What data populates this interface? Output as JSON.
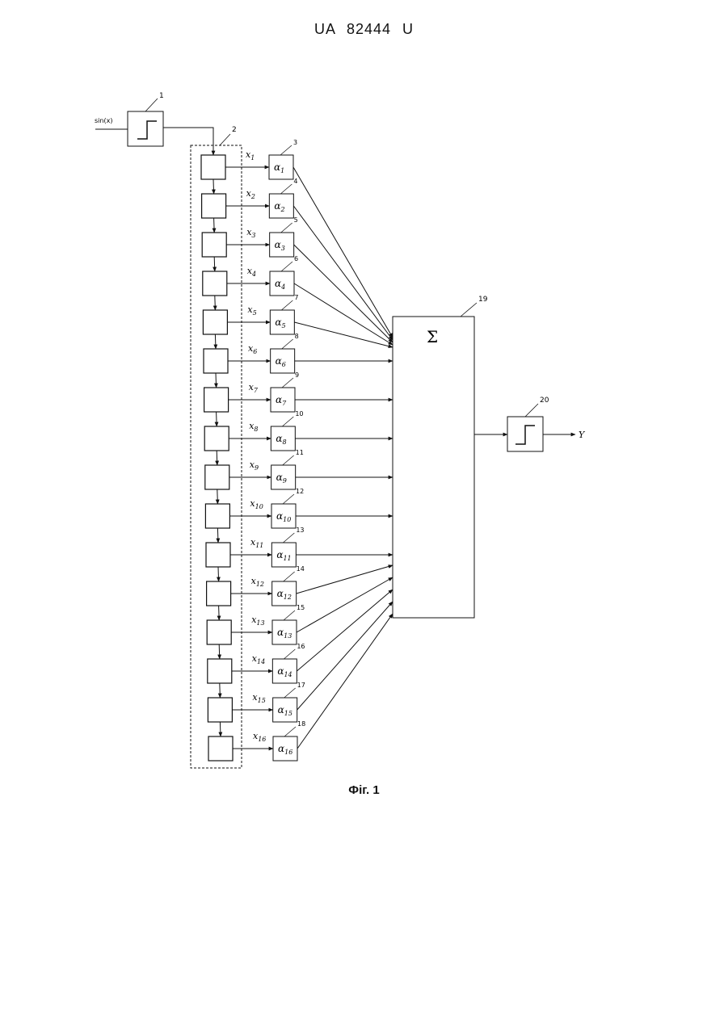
{
  "header": {
    "title": "UA   82444   U"
  },
  "diagram": {
    "input_label": "sin(x)",
    "output_label": "Y",
    "sum_symbol": "Σ",
    "input_block_ref": "1",
    "delay_chain_ref": "2",
    "sum_block_ref": "19",
    "output_block_ref": "20",
    "stages": [
      {
        "x": "x",
        "x_sub": "1",
        "a": "α",
        "a_sub": "1",
        "ref": "3"
      },
      {
        "x": "x",
        "x_sub": "2",
        "a": "α",
        "a_sub": "2",
        "ref": "4"
      },
      {
        "x": "x",
        "x_sub": "3",
        "a": "α",
        "a_sub": "3",
        "ref": "5"
      },
      {
        "x": "x",
        "x_sub": "4",
        "a": "α",
        "a_sub": "4",
        "ref": "6"
      },
      {
        "x": "x",
        "x_sub": "5",
        "a": "α",
        "a_sub": "5",
        "ref": "7"
      },
      {
        "x": "x",
        "x_sub": "6",
        "a": "α",
        "a_sub": "6",
        "ref": "8"
      },
      {
        "x": "x",
        "x_sub": "7",
        "a": "α",
        "a_sub": "7",
        "ref": "9"
      },
      {
        "x": "x",
        "x_sub": "8",
        "a": "α",
        "a_sub": "8",
        "ref": "10"
      },
      {
        "x": "x",
        "x_sub": "9",
        "a": "α",
        "a_sub": "9",
        "ref": "11"
      },
      {
        "x": "x",
        "x_sub": "10",
        "a": "α",
        "a_sub": "10",
        "ref": "12"
      },
      {
        "x": "x",
        "x_sub": "11",
        "a": "α",
        "a_sub": "11",
        "ref": "13"
      },
      {
        "x": "x",
        "x_sub": "12",
        "a": "α",
        "a_sub": "12",
        "ref": "14"
      },
      {
        "x": "x",
        "x_sub": "13",
        "a": "α",
        "a_sub": "13",
        "ref": "15"
      },
      {
        "x": "x",
        "x_sub": "14",
        "a": "α",
        "a_sub": "14",
        "ref": "16"
      },
      {
        "x": "x",
        "x_sub": "15",
        "a": "α",
        "a_sub": "15",
        "ref": "17"
      },
      {
        "x": "x",
        "x_sub": "16",
        "a": "α",
        "a_sub": "16",
        "ref": "18"
      }
    ]
  },
  "caption": "Фіг. 1"
}
